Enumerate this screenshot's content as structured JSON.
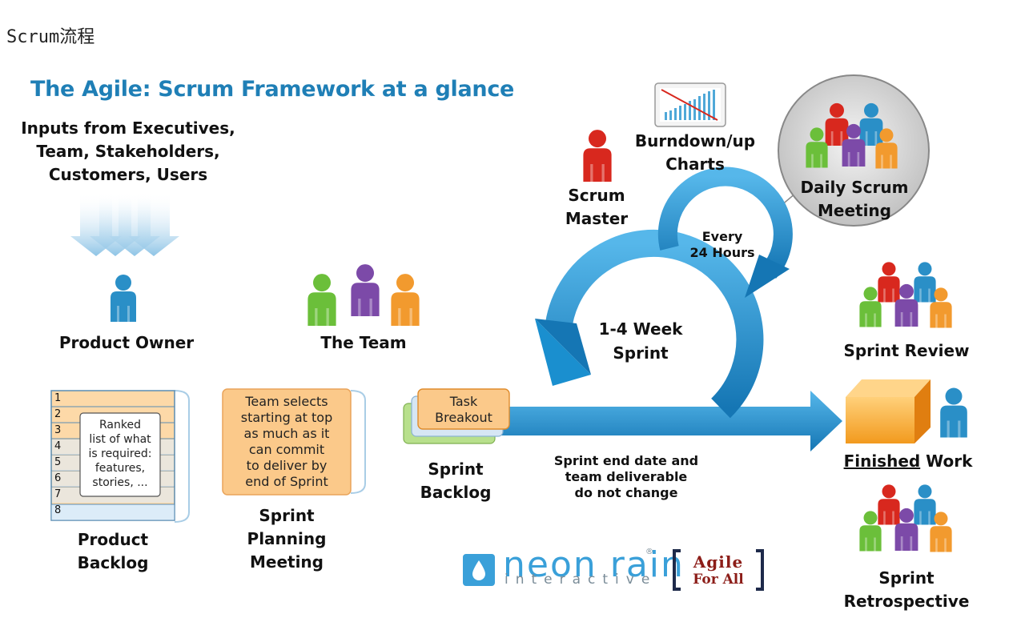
{
  "page": {
    "title": "Scrum流程"
  },
  "diagram": {
    "headline": "The Agile: Scrum Framework at a glance",
    "inputs": [
      "Inputs from Executives,",
      "Team, Stakeholders,",
      "Customers, Users"
    ],
    "product_owner": "Product Owner",
    "the_team": "The Team",
    "scrum_master": [
      "Scrum",
      "Master"
    ],
    "burndown": [
      "Burndown/up",
      "Charts"
    ],
    "daily_scrum": [
      "Daily Scrum",
      "Meeting"
    ],
    "every_24": [
      "Every",
      "24 Hours"
    ],
    "sprint_cycle": [
      "1-4 Week",
      "Sprint"
    ],
    "sprint_review": "Sprint Review",
    "finished_work": {
      "underlined": "Finished",
      "rest": " Work"
    },
    "sprint_retrospective": [
      "Sprint",
      "Retrospective"
    ],
    "product_backlog": {
      "rows": [
        "1",
        "2",
        "3",
        "4",
        "5",
        "6",
        "7",
        "8"
      ],
      "card": [
        "Ranked",
        "list of what",
        "is required:",
        "features,",
        "stories, ..."
      ],
      "label": [
        "Product",
        "Backlog"
      ]
    },
    "sprint_planning": {
      "card": [
        "Team selects",
        "starting at top",
        "as much as it",
        "can commit",
        "to deliver by",
        "end of Sprint"
      ],
      "label": [
        "Sprint",
        "Planning",
        "Meeting"
      ]
    },
    "sprint_backlog": {
      "card": [
        "Task",
        "Breakout"
      ],
      "label": [
        "Sprint",
        "Backlog"
      ]
    },
    "sprint_note": [
      "Sprint end date and",
      "team deliverable",
      "do not change"
    ],
    "logos": {
      "neon_rain": "neon rain",
      "neon_rain_mark": "®",
      "neon_rain_sub": "interactive",
      "agile_for_all": [
        "Agile",
        "For All"
      ]
    }
  },
  "colors": {
    "headline_blue": "#1f7fb6",
    "arrow_blue": "#1a8fcf",
    "person_red": "#d8281e",
    "person_blue": "#2a8fc7",
    "person_green": "#6bbf3a",
    "person_purple": "#7c4aa8",
    "person_orange": "#f29a2e",
    "card_orange": "#fbc98a",
    "agile_red": "#8c1d18"
  }
}
